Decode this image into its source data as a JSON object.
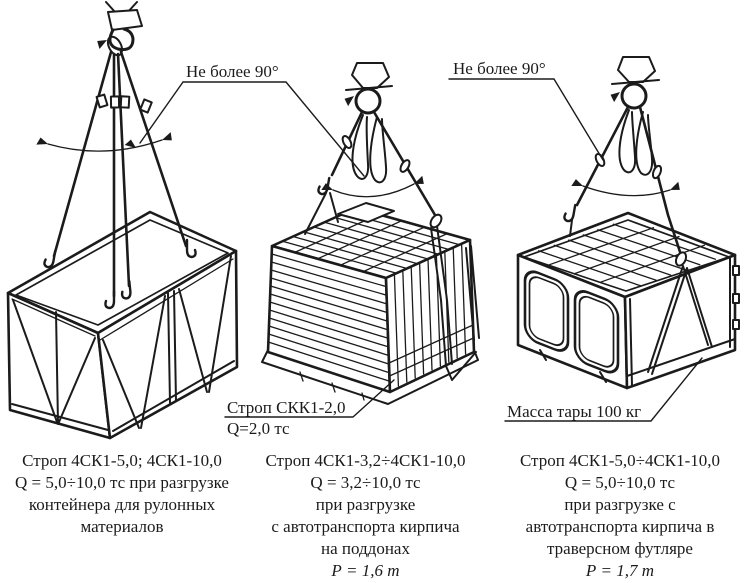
{
  "annotations": {
    "angle_limit_left": "Не более 90°",
    "angle_limit_right": "Не более 90°",
    "sling_mid_name": "Строп СКК1-2,0",
    "sling_mid_capacity": "Q=2,0 тс",
    "tare_mass": "Масса тары 100 кг"
  },
  "captions": {
    "left": [
      "Строп 4СК1-5,0; 4СК1-10,0",
      "Q = 5,0÷10,0 тс при разгрузке",
      "контейнера для рулонных",
      "материалов"
    ],
    "middle": [
      "Строп 4СК1-3,2÷4СК1-10,0",
      "Q = 3,2÷10,0 тс",
      "при разгрузке",
      "с автотранспорта кирпича",
      "на поддонах",
      "Р = 1,6 т"
    ],
    "right": [
      "Строп 4СК1-5,0÷4СК1-10,0",
      "Q = 5,0÷10,0 тс",
      "при разгрузке с",
      "автотранспорта кирпича в",
      "траверсном футляре",
      "Р = 1,7 т"
    ]
  },
  "colors": {
    "ink": "#1b1b1b",
    "paper": "#ffffff"
  }
}
